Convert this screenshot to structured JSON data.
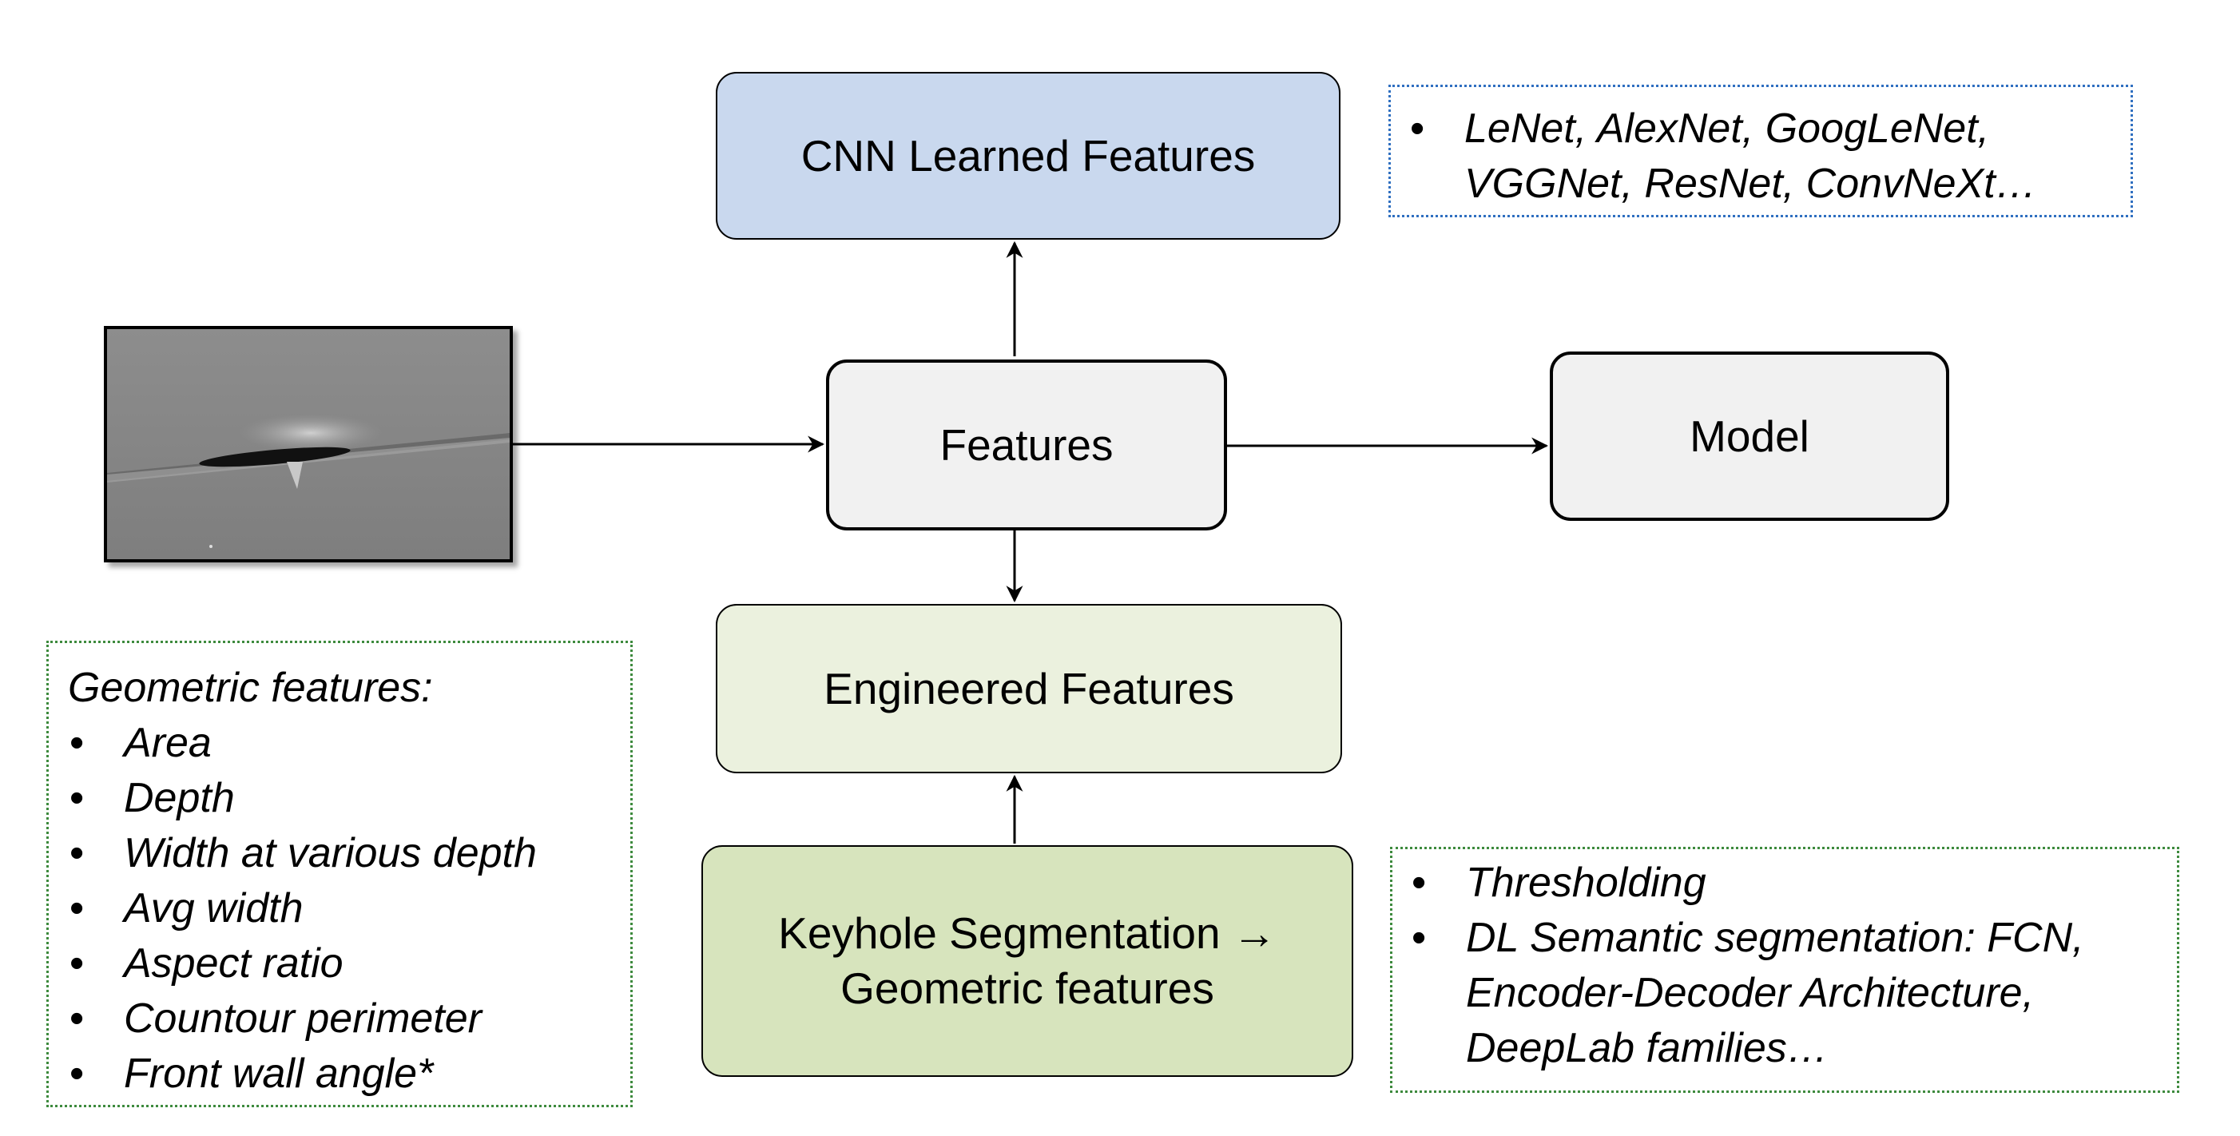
{
  "nodes": {
    "cnn": "CNN Learned Features",
    "features": "Features",
    "model": "Model",
    "engineered": "Engineered Features",
    "keyhole_line1": "Keyhole Segmentation →",
    "keyhole_line2": "Geometric features"
  },
  "notes": {
    "cnn": {
      "items": [
        "LeNet, AlexNet, GoogLeNet, VGGNet, ResNet, ConvNeXt…"
      ]
    },
    "geometric": {
      "heading": "Geometric features:",
      "items": [
        "Area",
        "Depth",
        "Width at various depth",
        "Avg width",
        "Aspect ratio",
        "Countour perimeter",
        "Front wall angle*"
      ]
    },
    "segmentation": {
      "items": [
        "Thresholding",
        "DL Semantic segmentation: FCN, Encoder-Decoder Architecture, DeepLab families…"
      ]
    }
  },
  "colors": {
    "cnn_fill": "#c9d8ee",
    "neutral_fill": "#f1f1f1",
    "engineered_fill": "#ebf1de",
    "keyhole_fill": "#d7e4bd",
    "blue_border": "#2f6fc0",
    "green_border": "#3d8a3d"
  },
  "image": {
    "description_icon": "keyhole-xray-image"
  }
}
